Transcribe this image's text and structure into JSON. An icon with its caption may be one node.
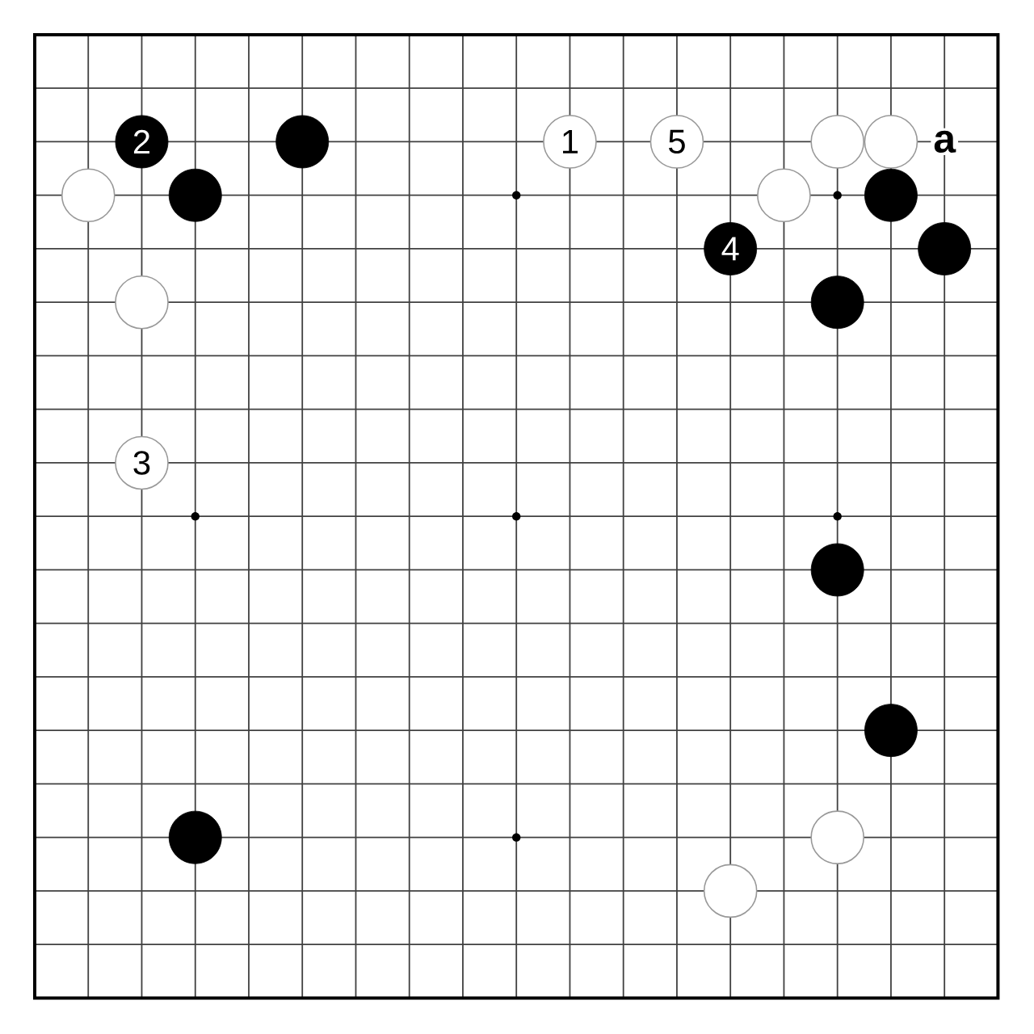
{
  "diagram": {
    "nodes": [
      {
        "text": [
          "2"
        ]
      },
      {
        "text": [],
        "shape": "circle"
      },
      {
        "text": [
          "1"
        ]
      },
      {
        "text": [
          "5"
        ]
      },
      {
        "text": [],
        "shape": "circle"
      },
      {
        "text": [],
        "shape": "circle"
      },
      {
        "text": [],
        "shape": "circle"
      },
      {
        "text": [],
        "shape": "circle"
      },
      {
        "text": [],
        "shape": "circle"
      },
      {
        "text": [],
        "shape": "circle"
      },
      {
        "text": [
          "4"
        ]
      },
      {
        "text": [],
        "shape": "circle"
      },
      {
        "text": [],
        "shape": "circle"
      },
      {
        "text": [],
        "shape": "circle"
      },
      {
        "text": [
          "3"
        ]
      },
      {
        "text": [],
        "shape": "circle"
      },
      {
        "text": [],
        "shape": "circle"
      },
      {
        "text": [],
        "shape": "circle"
      },
      {
        "text": [],
        "shape": "circle"
      },
      {
        "text": [],
        "shape": "circle"
      }
    ],
    "labels": [
      "a"
    ]
  }
}
